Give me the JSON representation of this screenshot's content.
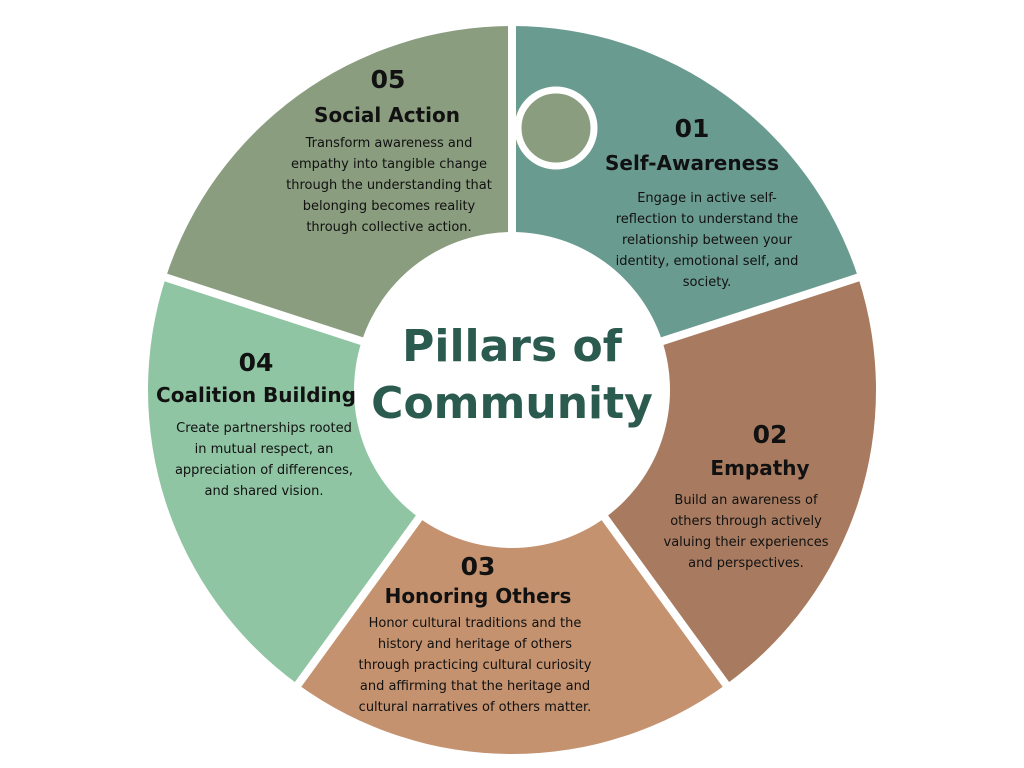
{
  "title": "Pillars of Community",
  "colors": {
    "self_awareness": "#6a9b90",
    "empathy": "#a87b60",
    "honoring_others": "#c4926f",
    "coalition_building": "#90c5a4",
    "social_action": "#8a9d7f",
    "center_fill": "#ffffff",
    "title_text": "#2b5a4e"
  },
  "pillars": [
    {
      "id": "self-awareness",
      "number": "01",
      "title": "Self-Awareness",
      "description": "Engage in active self-reflection to understand the relationship between your identity, emotional self, and society."
    },
    {
      "id": "empathy",
      "number": "02",
      "title": "Empathy",
      "description": "Build an awareness of others through actively valuing their experiences and perspectives."
    },
    {
      "id": "honoring-others",
      "number": "03",
      "title": "Honoring Others",
      "description": "Honor cultural traditions and the history and heritage of others through practicing cultural curiosity and affirming that the heritage and cultural narratives of others matter."
    },
    {
      "id": "coalition-building",
      "number": "04",
      "title": "Coalition Building",
      "description": "Create partnerships rooted in mutual respect, an appreciation of differences, and shared vision."
    },
    {
      "id": "social-action",
      "number": "05",
      "title": "Social Action",
      "description": "Transform awareness and empathy into tangible change through the understanding that belonging becomes reality through collective action."
    }
  ]
}
